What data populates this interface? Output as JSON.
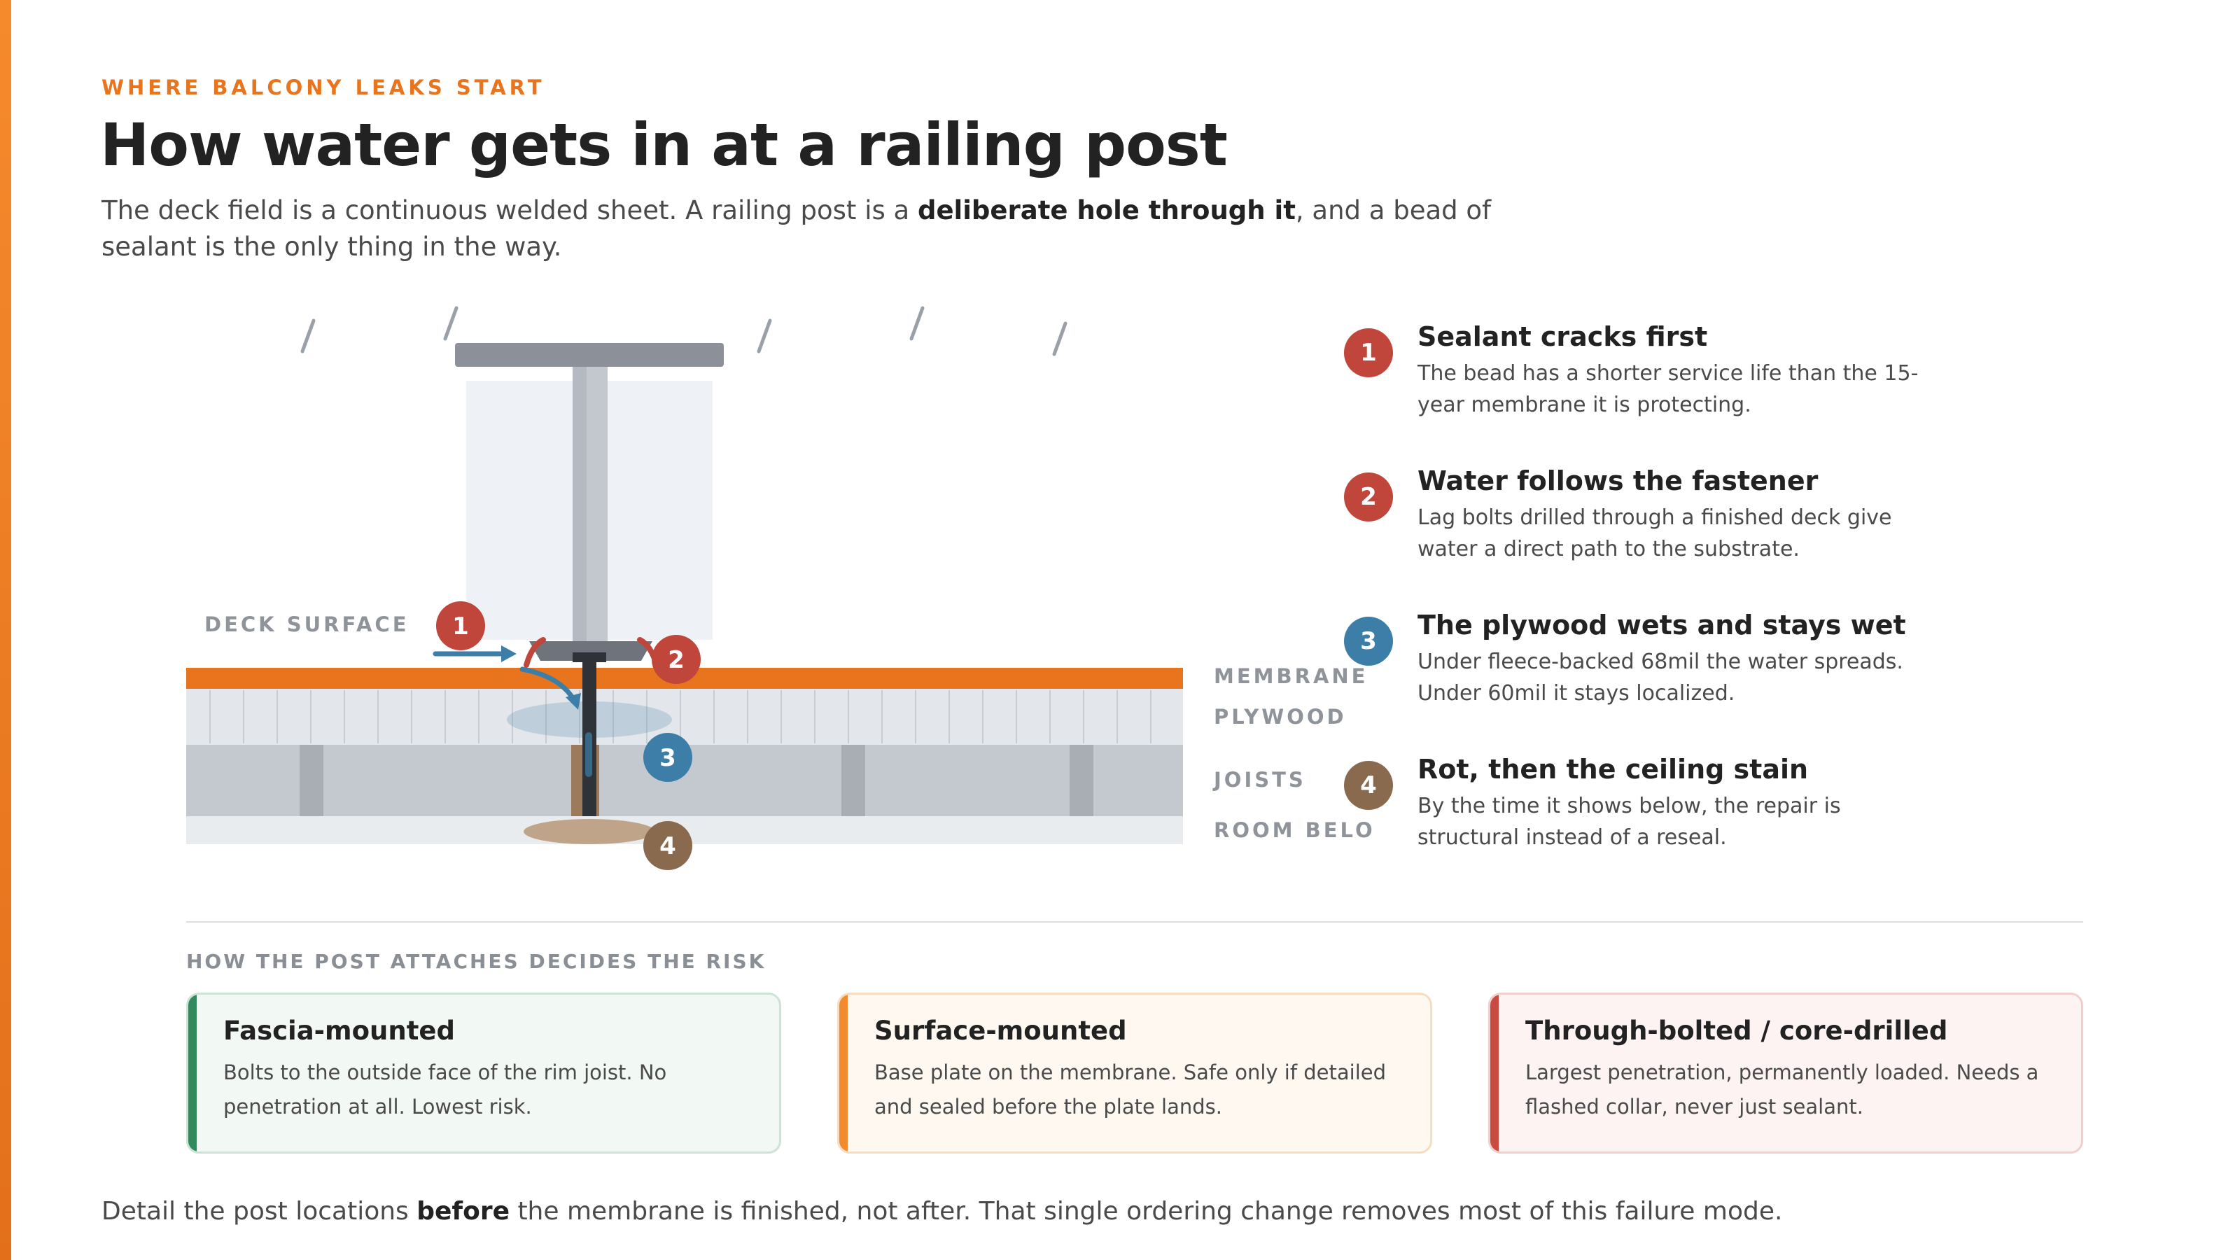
{
  "eyebrow": "WHERE BALCONY LEAKS START",
  "title": "How water gets in at a railing post",
  "lede": {
    "part1": "The deck field is a continuous welded sheet. A railing post is a ",
    "bold": "deliberate hole through it",
    "part2": ", and a bead of sealant is the only thing in the way."
  },
  "diagram": {
    "labels": {
      "deck_surface": "DECK SURFACE",
      "membrane": "MEMBRANE",
      "plywood": "PLYWOOD",
      "joists": "JOISTS",
      "room_below": "ROOM BELOW"
    },
    "badges": [
      "1",
      "2",
      "3",
      "4"
    ]
  },
  "callouts": [
    {
      "num": "1",
      "color": "#c0453a",
      "title": "Sealant cracks first",
      "body": "The bead has a shorter service life than the 15-year membrane it is protecting."
    },
    {
      "num": "2",
      "color": "#c0453a",
      "title": "Water follows the fastener",
      "body": "Lag bolts drilled through a finished deck give water a direct path to the substrate."
    },
    {
      "num": "3",
      "color": "#3d7ea8",
      "title": "The plywood wets and stays wet",
      "body": "Under fleece-backed 68mil the water spreads. Under 60mil it stays localized."
    },
    {
      "num": "4",
      "color": "#8a6a4e",
      "title": "Rot, then the ceiling stain",
      "body": "By the time it shows below, the repair is structural instead of a reseal."
    }
  ],
  "section_label": "HOW THE POST ATTACHES DECIDES THE RISK",
  "cards": [
    {
      "title": "Fascia-mounted",
      "body": "Bolts to the outside face of the rim joist. No penetration at all. Lowest risk.",
      "stripe": "#2f8a5e",
      "border": "#cde3d6",
      "bg": "#f2f8f4"
    },
    {
      "title": "Surface-mounted",
      "body": "Base plate on the membrane. Safe only if detailed and sealed before the plate lands.",
      "stripe": "#f28a2e",
      "border": "#f6dcc0",
      "bg": "#fef8f1"
    },
    {
      "title": "Through-bolted / core-drilled",
      "body": "Largest penetration, permanently loaded. Needs a flashed collar, never just sealant.",
      "stripe": "#c84a40",
      "border": "#f2cfcd",
      "bg": "#fdf3f3"
    }
  ],
  "footer": {
    "part1": "Detail the post locations ",
    "bold": "before",
    "part2": " the membrane is finished, not after. That single ordering change removes most of this failure mode."
  },
  "colors": {
    "accent": "#e8751e",
    "membrane": "#e8751e",
    "plywood": "#e3e6ea",
    "joists": "#c4c9d0",
    "room": "#e9ecef",
    "water": "#3d7ea8",
    "rot": "#b89878",
    "post": "#8c9199"
  }
}
